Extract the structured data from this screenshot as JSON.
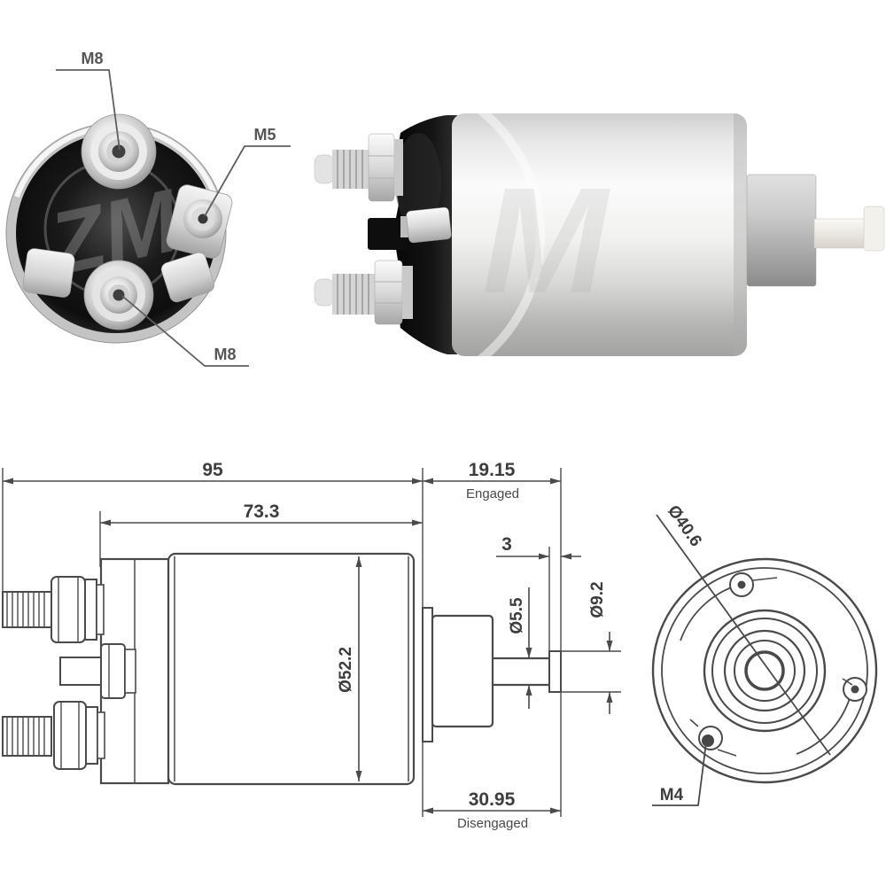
{
  "colors": {
    "drawing_line": "#4a4a4a",
    "dimension_text": "#3d3d3d",
    "metal_light": "#f5f5f5",
    "metal_dark": "#9c9c9c",
    "cap_black": "#101010",
    "background": "#ffffff"
  },
  "watermark": {
    "logo": "ZM",
    "photo_mark": "M"
  },
  "rear_photo": {
    "label_top_terminal": "M8",
    "label_side_terminal": "M5",
    "label_bottom_terminal": "M8"
  },
  "side_drawing": {
    "dim_total_length": "95",
    "dim_body_length": "73.3",
    "dim_engaged": "19.15",
    "engaged_caption": "Engaged",
    "dim_tip_length": "3",
    "dim_body_dia": "Ø52.2",
    "dim_rod_dia": "Ø5.5",
    "dim_tip_dia": "Ø9.2",
    "dim_disengaged": "30.95",
    "disengaged_caption": "Disengaged"
  },
  "front_drawing": {
    "dim_bolt_circle": "Ø40.6",
    "thread_label": "M4"
  }
}
